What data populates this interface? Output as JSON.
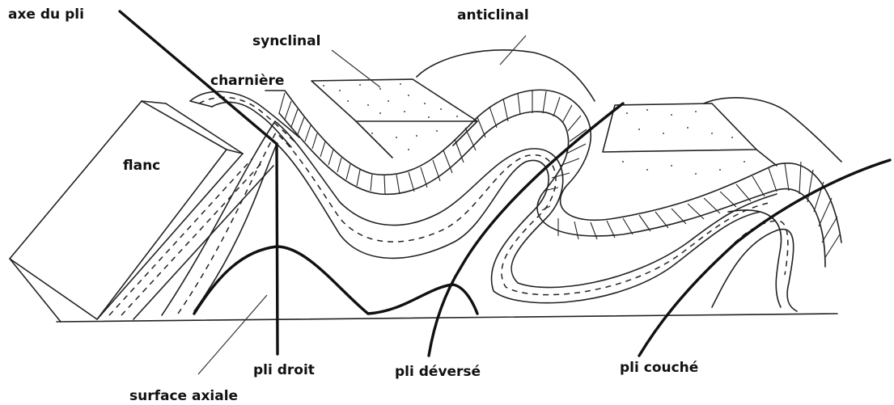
{
  "labels": {
    "axe_du_pli": "axe du pli",
    "anticlinal": "anticlinal",
    "synclinal": "synclinal",
    "charniere": "charnière",
    "flanc": "flanc",
    "pli_droit": "pli droit",
    "pli_deverse": "pli déversé",
    "pli_couche": "pli couché",
    "surface_axiale": "surface axiale"
  },
  "colors": {
    "line": "#222222",
    "background": "#ffffff"
  }
}
